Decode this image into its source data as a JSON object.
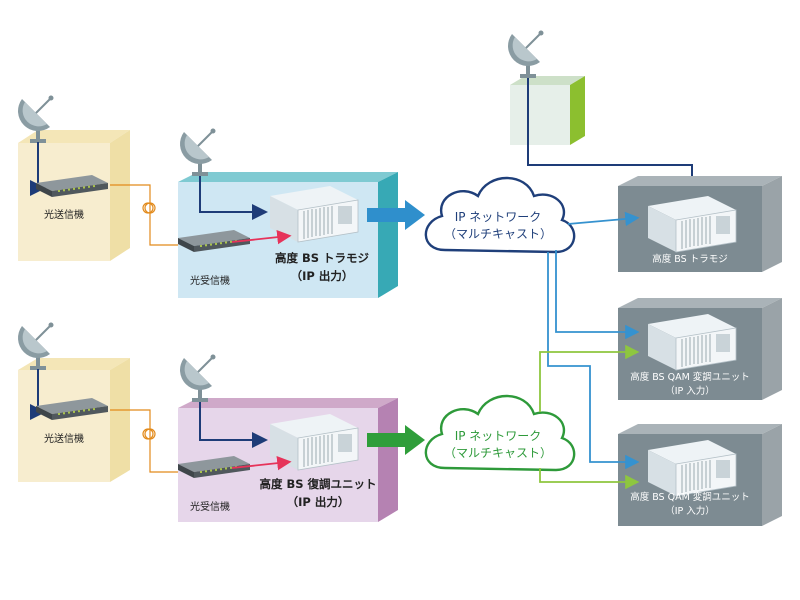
{
  "colors": {
    "tx_box": "#f7edcf",
    "tx_box_side": "#efdfa6",
    "tmojy_box": "#cfe7f3",
    "tmojy_side": "#37a9b5",
    "demod_box": "#e6d6ea",
    "demod_side": "#b582b2",
    "gray_box": "#7d8b92",
    "gray_side": "#9aa3a8",
    "cloud_blue": "#1f3f7a",
    "cloud_green": "#2e9a3a",
    "line_blue": "#3592cf",
    "line_green": "#8ec63f",
    "line_navy": "#1e3c78",
    "fiber": "#e28a1b",
    "pink": "#e6335a",
    "arrow_blue": "#2f8fcc",
    "arrow_green": "#2f9e3a"
  },
  "icons": {
    "antenna": "satellite-dish-icon",
    "rack": "rack-equipment-icon",
    "device": "network-device-icon",
    "fiber_coil": "fiber-coil-icon"
  },
  "labels": {
    "tx_top": "光送信機",
    "tx_bottom": "光送信機",
    "rx_top": "光受信機",
    "rx_bottom": "光受信機",
    "tmojy_line1": "高度 BS トラモジ",
    "tmojy_line2": "（IP 出力）",
    "demod_line1": "高度 BS 復調ユニット",
    "demod_line2": "（IP 出力）",
    "cloud_top_line1": "IP ネットワーク",
    "cloud_top_line2": "（マルチキャスト）",
    "cloud_bottom_line1": "IP ネットワーク",
    "cloud_bottom_line2": "（マルチキャスト）",
    "right1": "高度 BS トラモジ",
    "right2_line1": "高度 BS QAM 変調ユニット",
    "right2_line2": "（IP 入力）",
    "right3_line1": "高度 BS QAM 変調ユニット",
    "right3_line2": "（IP 入力）"
  }
}
